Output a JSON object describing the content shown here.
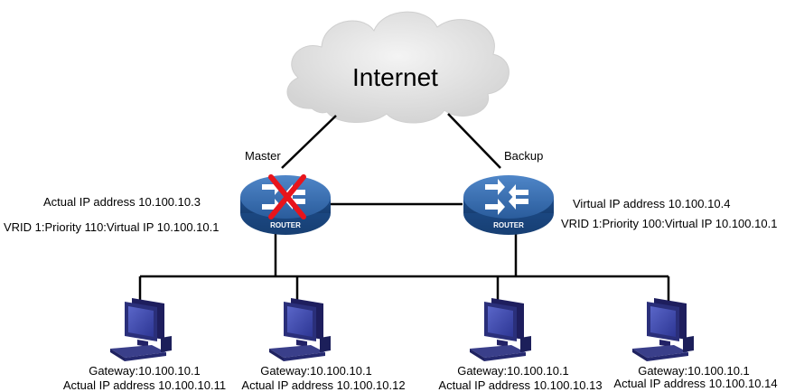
{
  "internet": {
    "label": "Internet"
  },
  "master": {
    "role": "Master",
    "device_label": "ROUTER",
    "actual_ip": "Actual IP address 10.100.10.3",
    "vrid": "VRID 1:Priority 110:Virtual IP  10.100.10.1",
    "failed": true
  },
  "backup": {
    "role": "Backup",
    "device_label": "ROUTER",
    "virtual_ip": "Virtual IP address 10.100.10.4",
    "vrid": "VRID 1:Priority 100:Virtual IP  10.100.10.1"
  },
  "hosts": [
    {
      "gateway": "Gateway:10.100.10.1",
      "actual_ip": "Actual IP address 10.100.10.11"
    },
    {
      "gateway": "Gateway:10.100.10.1",
      "actual_ip": "Actual IP address 10.100.10.12"
    },
    {
      "gateway": "Gateway:10.100.10.1",
      "actual_ip": "Actual IP address 10.100.10.13"
    },
    {
      "gateway": "Gateway:10.100.10.1",
      "actual_ip": "Actual IP address 10.100.10.14"
    }
  ],
  "colors": {
    "router_blue": "#2f64a8",
    "failure_x": "#e8141b",
    "cloud_fill": "#e6e6e6",
    "pc_blue": "#3b46a5"
  }
}
